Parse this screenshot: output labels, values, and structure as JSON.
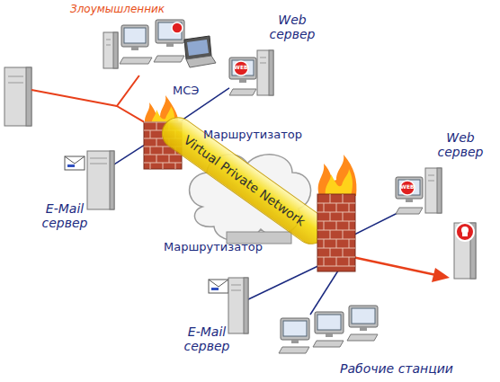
{
  "diagram": {
    "nodes": [
      {
        "text": [
          "Злоумышленник"
        ]
      },
      {
        "text": [
          "Web сервер"
        ]
      },
      {
        "text": [
          "МСЭ"
        ]
      },
      {
        "text": [
          "E-Mail сервер"
        ]
      },
      {
        "text": [
          "Virtual Private Network"
        ]
      },
      {
        "text": [
          "Web сервер"
        ]
      },
      {
        "text": [
          "E-Mail сервер"
        ]
      },
      {
        "text": [
          "Рабочие станции"
        ]
      }
    ],
    "edges": [
      {
        "from": 0,
        "to": 2,
        "arrow": "none"
      },
      {
        "from": 1,
        "to": 2,
        "arrow": "none"
      },
      {
        "from": 3,
        "to": 2,
        "arrow": "none"
      }
    ],
    "labels": [
      "Маршрутизатор",
      "Маршрутизатор",
      "WEB",
      "WEB"
    ]
  }
}
